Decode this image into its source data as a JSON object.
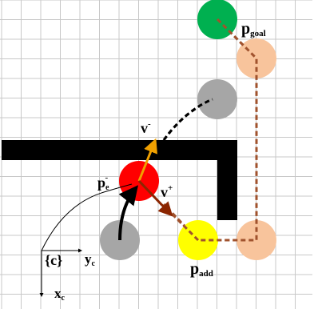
{
  "labels": {
    "p_goal": {
      "main": "p",
      "sub": "goal"
    },
    "p_add": {
      "main": "p",
      "sub": "add"
    },
    "p_e": {
      "main": "p",
      "sub": "e",
      "sup": "-"
    },
    "v_minus": {
      "main": "v",
      "sup": "-"
    },
    "v_plus": {
      "main": "v",
      "sup": "+"
    },
    "frame": "{c}",
    "axis_y": {
      "main": "y",
      "sub": "c"
    },
    "axis_x": {
      "main": "x",
      "sub": "c"
    }
  },
  "colors": {
    "grid": "#c8c8c8",
    "obstacle": "#000000",
    "goal": "#00b050",
    "waypoint": "#f8c49c",
    "robot_current": "#ff0000",
    "robot_start": "#a6a6a6",
    "robot_future": "#a6a6a6",
    "p_add": "#ffff00",
    "dashed_path": "#a0522d",
    "velocity_minus": "#f0a000",
    "velocity_plus": "#8b2500"
  }
}
